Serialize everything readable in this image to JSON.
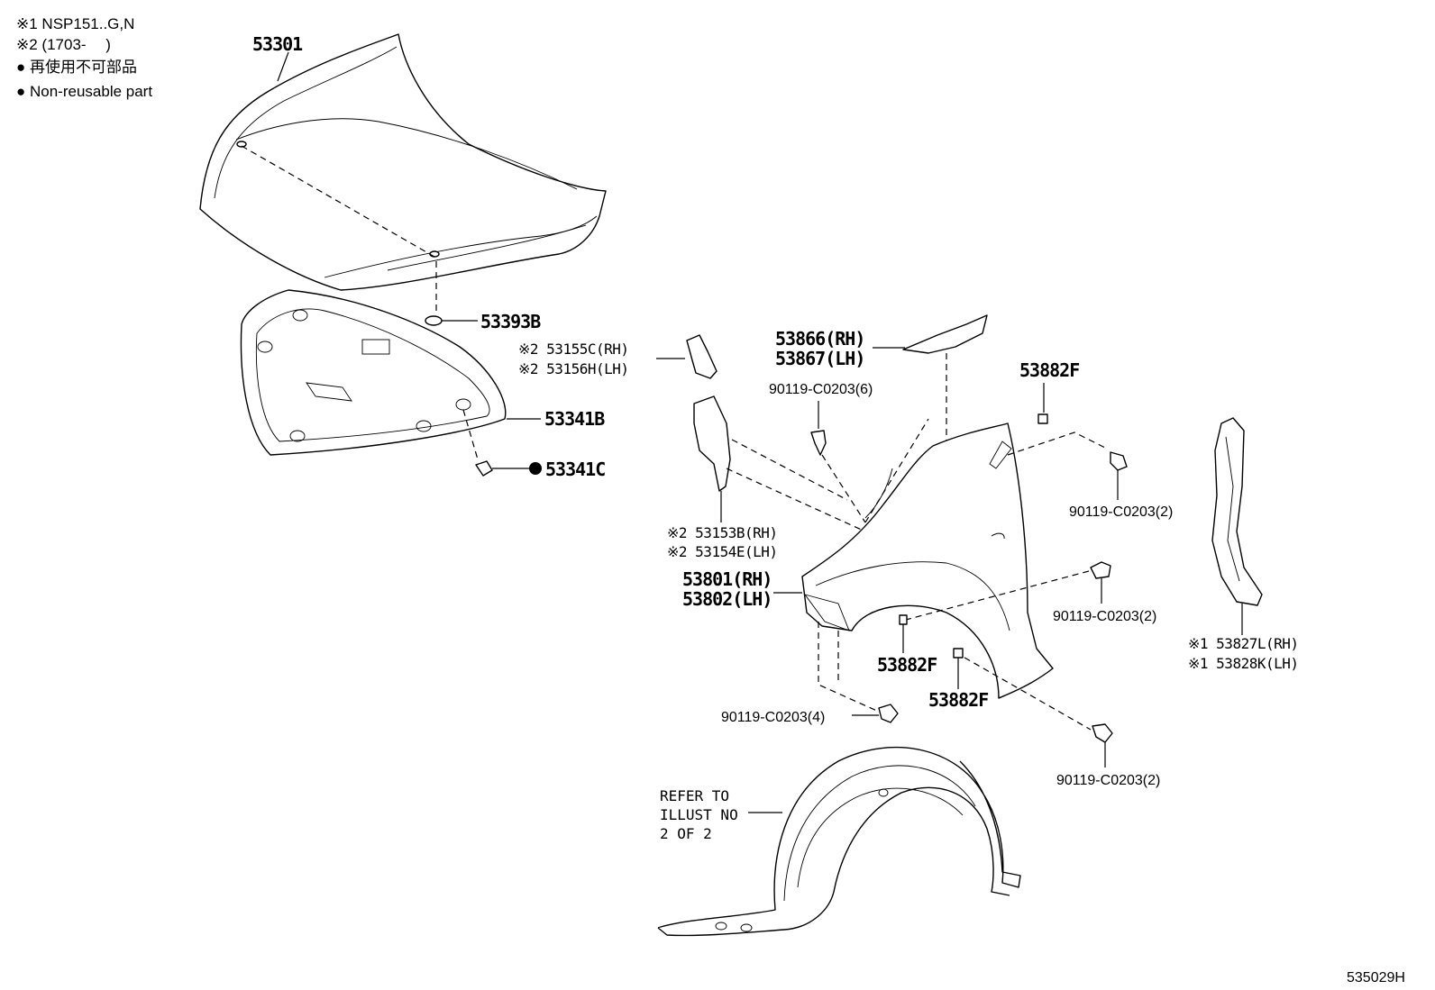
{
  "notes": {
    "note1": "※1 NSP151..G,N",
    "note2": "※2 (1703-　 )",
    "note3": "● 再使用不可部品",
    "note4": "● Non-reusable part"
  },
  "parts": {
    "hood": "53301",
    "hood_cushion": "53393B",
    "hood_insulator": "53341B",
    "insulator_retainer": "53341C",
    "seal_upper_rh": "※2 53155C(RH)",
    "seal_upper_lh": "※2 53156H(LH)",
    "seal_side_rh": "※2 53153B(RH)",
    "seal_side_lh": "※2 53154E(LH)",
    "fender_rh": "53801(RH)",
    "fender_lh": "53802(LH)",
    "fender_bracket_rh": "53866(RH)",
    "fender_bracket_lh": "53867(LH)",
    "bolt_6": "90119-C0203(6)",
    "nut_top": "53882F",
    "bolt_2_top": "90119-C0203(2)",
    "bolt_2_mid": "90119-C0203(2)",
    "bolt_2_bottom": "90119-C0203(2)",
    "bolt_4": "90119-C0203(4)",
    "nut_mid": "53882F",
    "nut_bottom": "53882F",
    "fender_seal_rh": "※1 53827L(RH)",
    "fender_seal_lh": "※1 53828K(LH)"
  },
  "reference": {
    "line1": "REFER TO",
    "line2": "ILLUST NO",
    "line3": "2 OF 2"
  },
  "illustration_code": "535029H"
}
